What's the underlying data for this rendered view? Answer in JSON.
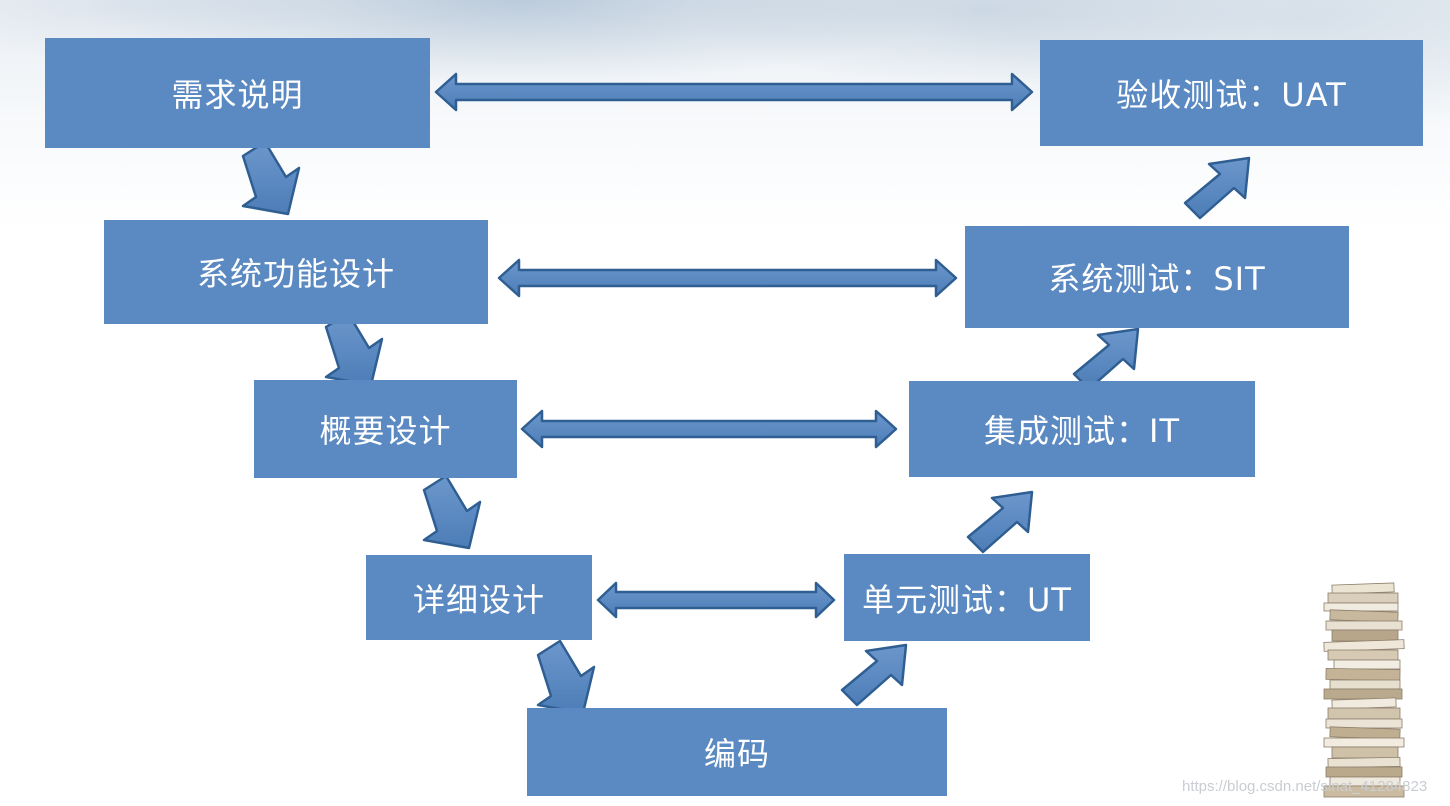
{
  "diagram": {
    "left_stages": [
      "需求说明",
      "系统功能设计",
      "概要设计",
      "详细设计"
    ],
    "bottom_stage": "编码",
    "right_stages": [
      "单元测试：UT",
      "集成测试：IT",
      "系统测试：SIT",
      "验收测试：UAT"
    ]
  },
  "watermark": "https://blog.csdn.net/sinat_41284823",
  "colors": {
    "box_fill": "#5b89c2",
    "arrow_fill": "#5b89c2",
    "arrow_stroke": "#2f5f92",
    "text": "#ffffff"
  }
}
